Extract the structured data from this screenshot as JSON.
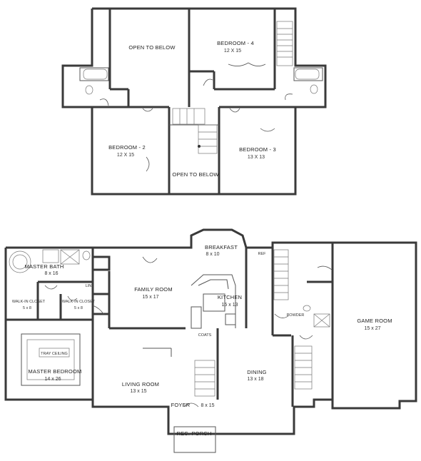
{
  "upper_floor": {
    "rooms": [
      {
        "id": "open-to-below-top",
        "name": "OPEN TO BELOW",
        "size": ""
      },
      {
        "id": "bedroom-4",
        "name": "BEDROOM - 4",
        "size": "12 X 15"
      },
      {
        "id": "bedroom-2",
        "name": "BEDROOM - 2",
        "size": "12 X 15"
      },
      {
        "id": "open-to-below-stair",
        "name": "OPEN TO BELOW",
        "size": ""
      },
      {
        "id": "bedroom-3",
        "name": "BEDROOM - 3",
        "size": "13 X 13"
      }
    ]
  },
  "main_floor": {
    "rooms": [
      {
        "id": "breakfast",
        "name": "BREAKFAST",
        "size": "8 x 10"
      },
      {
        "id": "master-bath",
        "name": "MASTER BATH",
        "size": "8 x 16"
      },
      {
        "id": "walk-in-closet-1",
        "name": "WALK-IN CLOSET",
        "size": "5 x 8"
      },
      {
        "id": "walk-in-closet-2",
        "name": "WALK-IN CLOSET",
        "size": "5 x 8"
      },
      {
        "id": "master-bedroom",
        "name": "MASTER BEDROOM",
        "size": "14 x 26"
      },
      {
        "id": "family-room",
        "name": "FAMILY ROOM",
        "size": "15 x 17"
      },
      {
        "id": "kitchen",
        "name": "KITCHEN",
        "size": "15 x 13"
      },
      {
        "id": "living-room",
        "name": "LIVING ROOM",
        "size": "13 x 15"
      },
      {
        "id": "dining",
        "name": "DINING",
        "size": "13 x 18"
      },
      {
        "id": "game-room",
        "name": "GAME ROOM",
        "size": "15 x 27"
      },
      {
        "id": "foyer",
        "name": "FOYER",
        "size": "8 x 15"
      },
      {
        "id": "rec-porch",
        "name": "REC. PORCH",
        "size": ""
      }
    ],
    "small_labels": {
      "coats": "COATS",
      "powder": "POWDER",
      "ref": "REF",
      "linen": "LIN",
      "tray_ceiling": "TRAY CEILING"
    }
  }
}
